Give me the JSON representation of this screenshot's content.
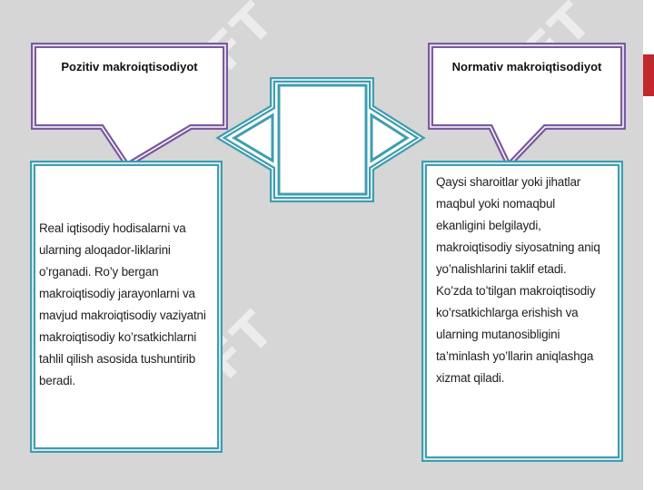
{
  "left_callout": {
    "title": "Pozitiv makroiqtisodiyot"
  },
  "right_callout": {
    "title": "Normativ makroiqtisodiyot"
  },
  "left_box": {
    "lines": [
      "Real iqtisodiy hodisalarni va",
      "ularning aloqador-liklarini",
      "o’rganadi. Ro’y bergan",
      "makroiqtisodiy jarayonlarni va",
      "mavjud makroiqtisodiy vaziyatni",
      "makroiqtisodiy ko’rsatkichlarni",
      "tahlil qilish asosida tushuntirib",
      "beradi."
    ]
  },
  "right_box": {
    "lines": [
      "Qaysi sharoitlar  yoki jihatlar",
      "maqbul yoki nomaqbul",
      "ekanligini belgilaydi,",
      "makroiqtisodiy siyosatning aniq",
      "yo’nalishlarini taklif etadi.",
      "Ko’zda to’tilgan makroiqtisodiy",
      "ko’rsatkichlarga erishish va",
      "ularning mutanosibligini",
      "ta’minlash yo’llarin aniqlashga",
      "xizmat qiladi."
    ]
  },
  "watermark": {
    "text": "SOFT"
  },
  "colors": {
    "callout_border": "#7a5aa0",
    "box_border": "#3f9db0",
    "arrow_border": "#3f9db0",
    "accent": "#c0282d",
    "background": "#d6d6d6"
  }
}
